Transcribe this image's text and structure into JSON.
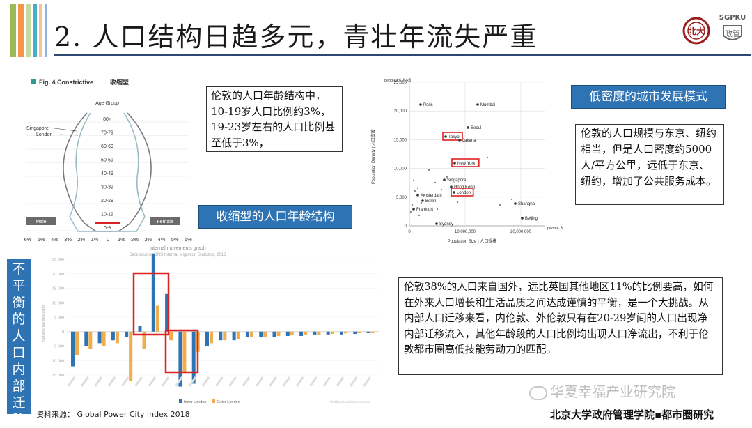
{
  "slide": {
    "title": "2. 人口结构日趋多元，青壮年流失严重",
    "logo_pku_alt": "北京大学校徽",
    "logo_sgpku": "SGPKU",
    "logo_sgpku_sub": "政管"
  },
  "pyramid": {
    "fig_label": "Fig. 4 Constrictive",
    "fig_label_cn": "收缩型",
    "age_group_header": "Age Group",
    "legend": [
      "Singapore",
      "London"
    ],
    "age_groups": [
      "80+",
      "70-79",
      "60-69",
      "50-59",
      "40-49",
      "30-39",
      "20-29",
      "10-19",
      "0-9"
    ],
    "male_label": "Male",
    "female_label": "Female",
    "x_ticks": [
      "6%",
      "5%",
      "4%",
      "3%",
      "2%",
      "1%",
      "0",
      "1%",
      "2%",
      "3%",
      "4%",
      "5%",
      "6%"
    ],
    "caption": "收缩型的人口年龄结构",
    "note": "伦敦的人口年龄结构中，10-19岁人口比例约3%，19-23岁左右的人口比例甚至低于3%，"
  },
  "scatter": {
    "caption": "低密度的城市发展模式",
    "y_axis_label": "Population Density  |  人口密度",
    "y_unit": "people/㎢ 人/㎢",
    "x_axis_label": "Population Size  |  人口规模",
    "x_unit": "people 人",
    "y_ticks": [
      "25,000",
      "20,000",
      "15,000",
      "10,000",
      "5,000",
      "0"
    ],
    "x_ticks": [
      "0",
      "10,000,000",
      "20,000,000"
    ],
    "cities": [
      {
        "name": "Paris",
        "highlight": false
      },
      {
        "name": "Mumbai",
        "highlight": false
      },
      {
        "name": "Seoul",
        "highlight": false
      },
      {
        "name": "Tokyo",
        "highlight": true
      },
      {
        "name": "Jakarta",
        "highlight": false
      },
      {
        "name": "New York",
        "highlight": true
      },
      {
        "name": "Singapore",
        "highlight": false
      },
      {
        "name": "Hong Kong",
        "highlight": false
      },
      {
        "name": "London",
        "highlight": true
      },
      {
        "name": "Amsterdam",
        "highlight": false
      },
      {
        "name": "Berlin",
        "highlight": false
      },
      {
        "name": "Frankfurt",
        "highlight": false
      },
      {
        "name": "Sydney",
        "highlight": false
      },
      {
        "name": "Shanghai",
        "highlight": false
      },
      {
        "name": "Beijing",
        "highlight": false
      }
    ],
    "note": "伦敦的人口规模与东京、纽约相当，但是人口密度约5000人/平方公里，远低于东京、纽约，增加了公共服务成本。"
  },
  "migration": {
    "side_label": "不平衡的人口内部迁移",
    "title": "Internal movements graph",
    "subtitle": "Data source: ONS Internal Migration Statistics, 2013",
    "y_axis_label": "Net internal migration",
    "y_ticks": [
      "25 000",
      "20 000",
      "15 000",
      "10 000",
      "5 000",
      "0",
      "-5 000",
      "-10 000",
      "-15 000"
    ],
    "legend": [
      "Inner London",
      "Outer London"
    ],
    "footnote": "Filed from localfuturesexperts",
    "note": "伦敦38%的人口来自国外，远比英国其他地区11%的比例要高，如何在外来人口增长和生活品质之间达成谨慎的平衡，是一个大挑战。从内部人口迁移来看，内伦敦、外伦敦只有在20-29岁间的人口出现净内部迁移流入，其他年龄段的人口比例均出现人口净流出，不利于伦敦都市圈高低技能劳动力的匹配。",
    "source": "资料来源： Global Power City Index 2018"
  },
  "footer": {
    "watermark": "华夏幸福产业研究院",
    "institution": "北京大学政府管理学院▪都市圈研究"
  }
}
